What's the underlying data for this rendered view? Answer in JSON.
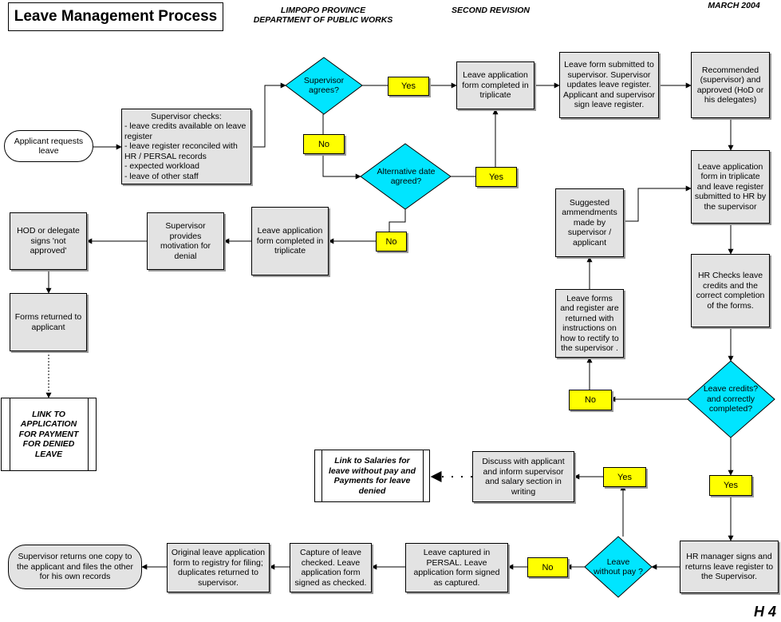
{
  "header": {
    "title": "Leave Management Process",
    "province": "LIMPOPO PROVINCE",
    "department": "DEPARTMENT OF PUBLIC WORKS",
    "revision": "SECOND REVISION",
    "date": "MARCH 2004"
  },
  "nodes": {
    "applicant_requests": "Applicant requests leave",
    "supervisor_checks_title": "Supervisor checks:",
    "supervisor_checks_items": [
      "- leave credits available on leave register",
      "- leave register reconciled with HR / PERSAL records",
      "- expected workload",
      "- leave of other staff"
    ],
    "supervisor_agrees": "Supervisor agrees?",
    "form_triplicate_top": "Leave application form completed in triplicate",
    "form_submitted_supervisor": "Leave form submitted to supervisor. Supervisor updates leave register. Applicant and supervisor sign leave register.",
    "recommended_approved": "Recommended (supervisor) and approved (HoD or his delegates)",
    "alternative_date": "Alternative date agreed?",
    "form_submitted_hr": "Leave application form in triplicate and leave register submitted to HR by the supervisor",
    "suggested_amendments": "Suggested ammendments made by supervisor / applicant",
    "hod_not_approved": "HOD or delegate signs 'not approved'",
    "supervisor_motivation": "Supervisor provides motivation for denial",
    "form_triplicate_mid": "Leave application form completed in triplicate",
    "forms_returned_applicant": "Forms returned to applicant",
    "hr_checks": "HR Checks leave credits and the correct completion of the forms.",
    "forms_returned_instructions": "Leave forms and register are returned with instructions on how to rectify to the supervisor .",
    "link_denied": "LINK TO APPLICATION FOR PAYMENT FOR DENIED LEAVE",
    "leave_credits_check": "Leave credits? and correctly completed?",
    "link_salaries": "Link to Salaries  for leave without pay and Payments for leave denied",
    "discuss_applicant": "Discuss with applicant and inform supervisor and salary section in writing",
    "leave_without_pay": "Leave without pay ?",
    "hr_manager_signs": "HR manager signs and returns leave register to the Supervisor.",
    "supervisor_returns_copy": "Supervisor returns one copy to the applicant and files the other for his own records",
    "original_to_registry": "Original leave application form to registry for filing; duplicates returned to supervisor.",
    "capture_checked": "Capture of leave checked. Leave application form signed as checked.",
    "captured_persal": "Leave captured in PERSAL. Leave application form signed as captured."
  },
  "labels": {
    "yes": "Yes",
    "no": "No"
  },
  "colors": {
    "decision_fill": "#00e5ff",
    "tag_fill": "#ffff00",
    "process_fill": "#e3e3e3"
  },
  "page_number": "H 4"
}
